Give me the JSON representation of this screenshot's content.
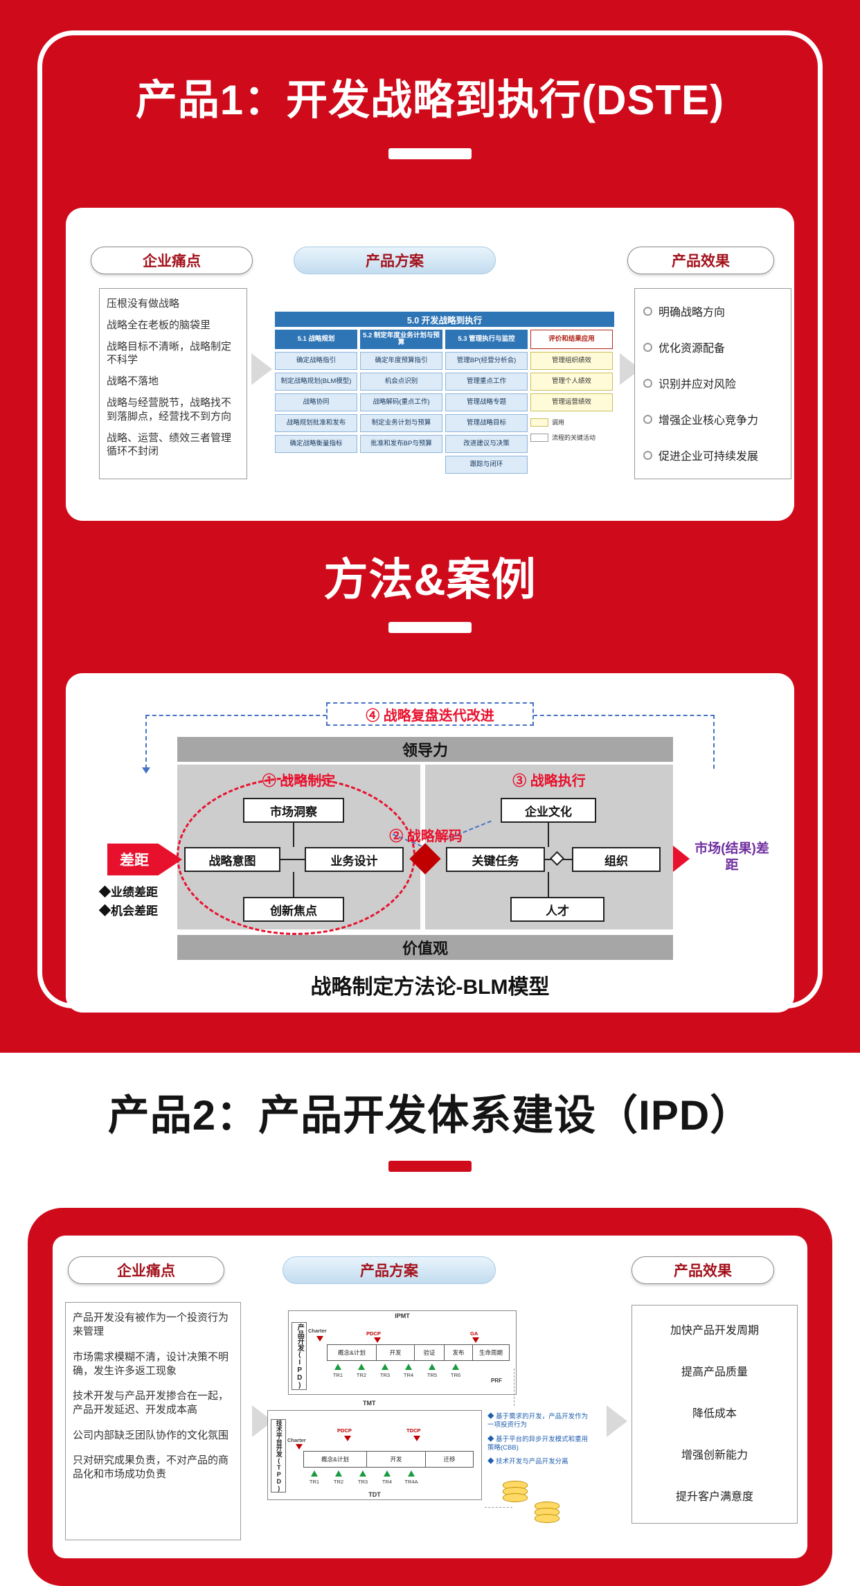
{
  "product1": {
    "title": "产品1：开发战略到执行(DSTE)",
    "pain": {
      "header": "企业痛点",
      "items": [
        "压根没有做战略",
        "战略全在老板的脑袋里",
        "战略目标不清晰，战略制定不科学",
        "战略不落地",
        "战略与经营脱节，战略找不到落脚点，经营找不到方向",
        "战略、运营、绩效三者管理循环不封闭"
      ]
    },
    "solution": {
      "header": "产品方案",
      "flow_title": "5.0 开发战略到执行",
      "col1": {
        "header": "5.1 战略规划",
        "cells": [
          "确定战略指引",
          "制定战略规划(BLM模型)",
          "战略协同",
          "战略规划批准和发布",
          "确定战略衡量指标"
        ]
      },
      "col2": {
        "header": "5.2 制定年度业务计划与预算",
        "cells": [
          "确定年度预算指引",
          "机会点识别",
          "战略解码(重点工作)",
          "制定业务计划与预算",
          "批准和发布BP与预算"
        ]
      },
      "col3": {
        "header": "5.3 管理执行与监控",
        "cells": [
          "管理BP(经营分析会)",
          "管理重点工作",
          "管理战略专题",
          "管理战略目标",
          "改进建议与决策",
          "跟踪与闭环"
        ]
      },
      "col4": {
        "header": "评价和结果应用",
        "cells": [
          "管理组织绩效",
          "管理个人绩效",
          "管理运营绩效"
        ],
        "legend_call": "调用",
        "legend_key": "流程的关键活动"
      }
    },
    "effects": {
      "header": "产品效果",
      "items": [
        "明确战略方向",
        "优化资源配备",
        "识别并应对风险",
        "增强企业核心竞争力",
        "促进企业可持续发展"
      ]
    }
  },
  "method": {
    "title": "方法&案例",
    "blm": {
      "feedback": "④ 战略复盘迭代改进",
      "leadership": "领导力",
      "values": "价值观",
      "formulate_label": "① 战略制定",
      "decode_label": "② 战略解码",
      "execute_label": "③ 战略执行",
      "market_insight": "市场洞察",
      "strategic_intent": "战略意图",
      "business_design": "业务设计",
      "innovation_focus": "创新焦点",
      "culture": "企业文化",
      "key_tasks": "关键任务",
      "organization": "组织",
      "talent": "人才",
      "gap": "差距",
      "gap_items": [
        "◆业绩差距",
        "◆机会差距"
      ],
      "market_gap": "市场(结果)差距",
      "caption": "战略制定方法论-BLM模型"
    }
  },
  "product2": {
    "title": "产品2：产品开发体系建设（IPD）",
    "pain": {
      "header": "企业痛点",
      "items": [
        "产品开发没有被作为一个投资行为来管理",
        "市场需求模糊不清，设计决策不明确，发生许多返工现象",
        "技术开发与产品开发掺合在一起，产品开发延迟、开发成本高",
        "公司内部缺乏团队协作的文化氛围",
        "只对研究成果负责，不对产品的商品化和市场成功负责"
      ]
    },
    "solution": {
      "header": "产品方案",
      "ipd": {
        "ipmt": "IPMT",
        "tmt": "TMT",
        "tdt": "TDT",
        "prf": "PRF",
        "charter": "Charter",
        "pdcp": "PDCP",
        "tdcp": "TDCP",
        "ga": "GA",
        "ipd_vertical": "产品开发(IPD)",
        "tpd_vertical": "技术平台开发(TPD)",
        "ipd_phases": [
          "概念&计划",
          "开发",
          "验证",
          "发布",
          "生命周期"
        ],
        "ipd_trs": [
          "TR1",
          "TR2",
          "TR3",
          "TR4",
          "TR5",
          "TR6"
        ],
        "tpd_phases": [
          "概念&计划",
          "开发",
          "迁移"
        ],
        "tpd_trs": [
          "TR1",
          "TR2",
          "TR3",
          "TR4",
          "TR4A"
        ],
        "bullets": [
          "◆ 基于需求的开发，产品开发作为一项投资行为",
          "◆ 基于平台的异步开发模式和重用策略(CBB)",
          "◆ 技术开发与产品开发分离"
        ]
      }
    },
    "effects": {
      "header": "产品效果",
      "items": [
        "加快产品开发周期",
        "提高产品质量",
        "降低成本",
        "增强创新能力",
        "提升客户满意度"
      ]
    }
  }
}
